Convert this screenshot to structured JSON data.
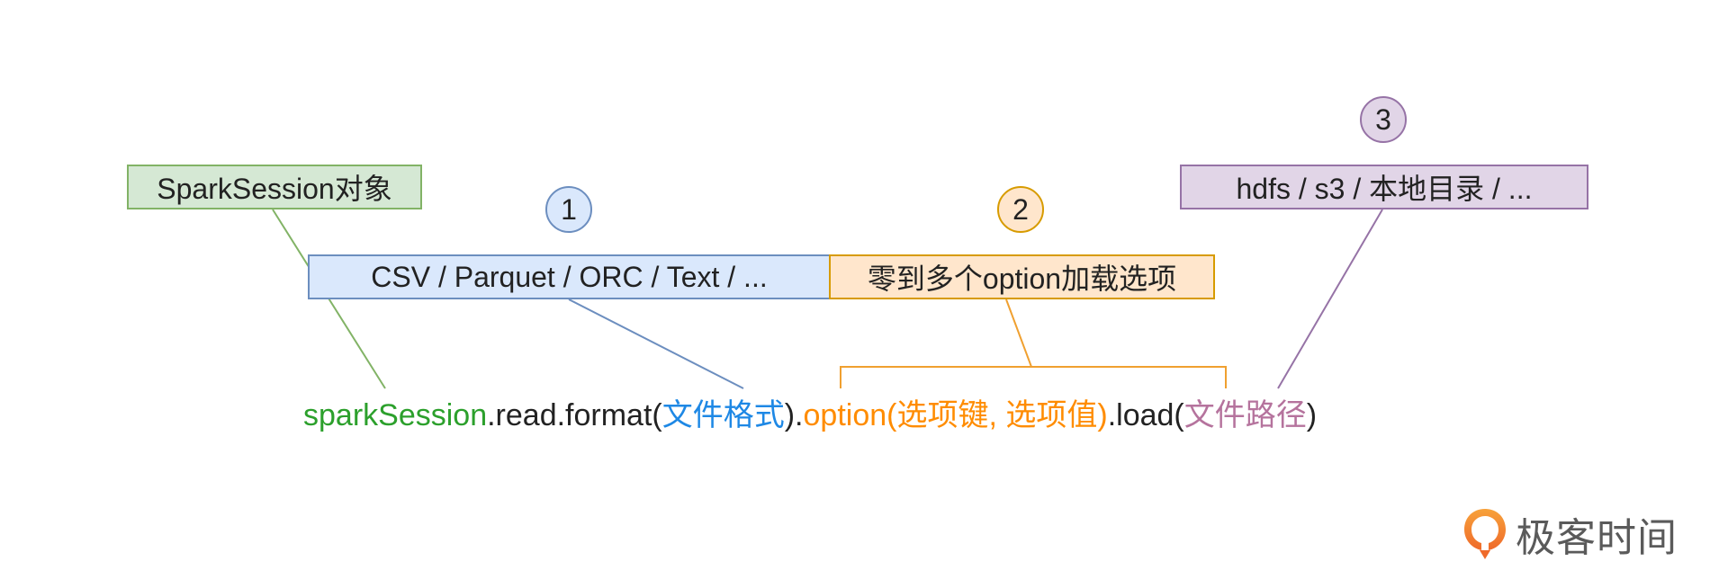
{
  "boxes": {
    "session_object": "SparkSession对象",
    "formats": "CSV / Parquet / ORC / Text / ...",
    "options": "零到多个option加载选项",
    "paths": "hdfs / s3 / 本地目录 / ..."
  },
  "badges": {
    "one": "1",
    "two": "2",
    "three": "3"
  },
  "code": {
    "session": "sparkSession",
    "read_format": ".read.format(",
    "file_format": "文件格式",
    "close_dot": ").",
    "option_call": "option(选项键, 选项值)",
    "load": ".load(",
    "file_path": "文件路径",
    "close": ")"
  },
  "logo": {
    "text": "极客时间"
  },
  "colors": {
    "green": "#82b366",
    "blue": "#6c8ebf",
    "orange": "#f0a030",
    "purple": "#9673a6"
  }
}
